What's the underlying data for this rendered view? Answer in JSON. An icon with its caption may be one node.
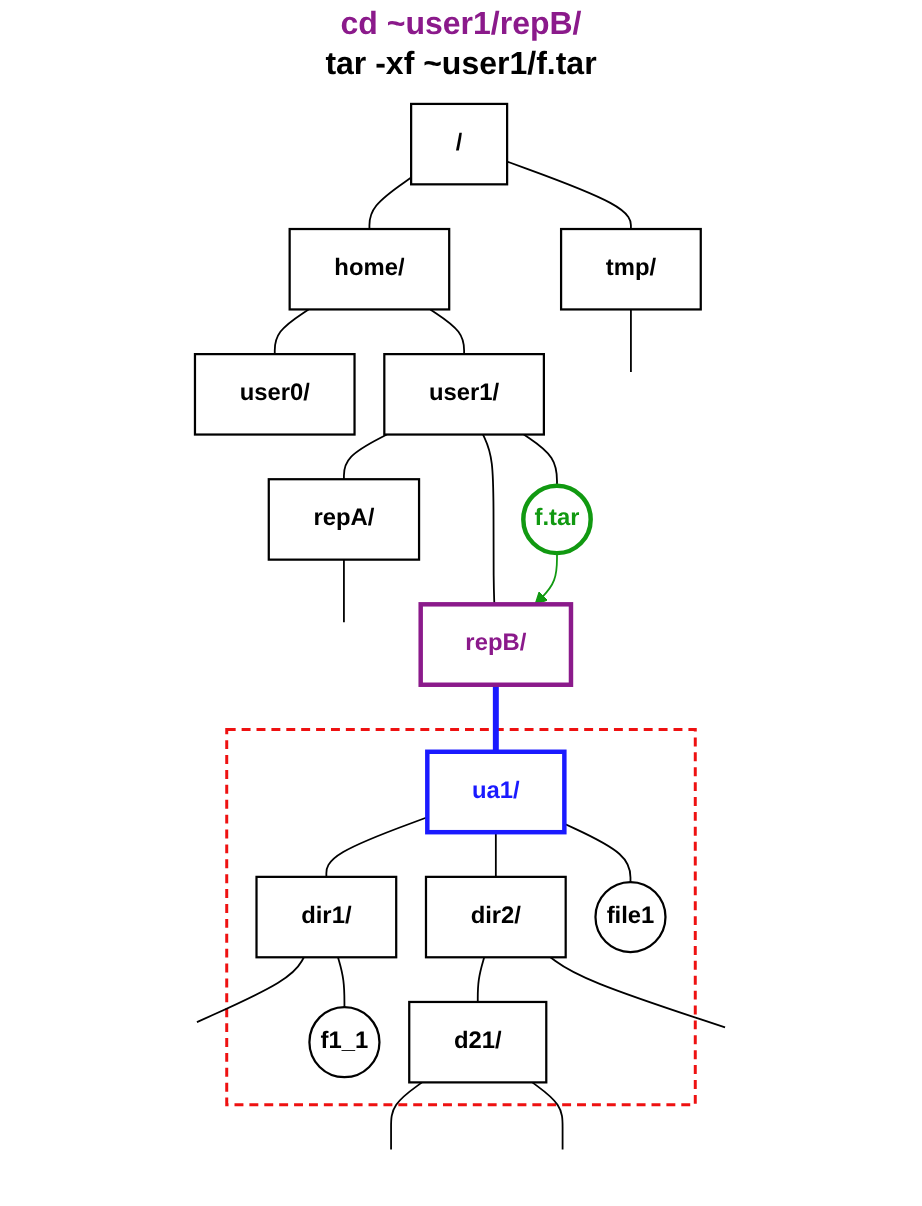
{
  "diagram": {
    "nodes": [
      {
        "text": [
          "/"
        ]
      },
      {
        "text": [
          "home/"
        ]
      },
      {
        "text": [
          "tmp/"
        ]
      },
      {
        "text": [
          "user0/"
        ]
      },
      {
        "text": [
          "user1/"
        ]
      },
      {
        "text": [
          "repA/"
        ]
      },
      {
        "text": [
          "repB/"
        ]
      },
      {
        "text": [
          "f.tar"
        ]
      },
      {
        "text": [],
        "shape": "cloud"
      },
      {
        "text": [
          "ua1/"
        ],
        "in": 8
      },
      {
        "text": [
          "dir1/"
        ],
        "in": 8
      },
      {
        "text": [
          "dir2/"
        ],
        "in": 8
      },
      {
        "text": [
          "file1"
        ],
        "in": 8
      },
      {
        "text": [
          "f1_1"
        ],
        "in": 8
      },
      {
        "text": [
          "d21/"
        ],
        "in": 8
      }
    ],
    "edges": [
      {
        "from": 0,
        "to": 1,
        "arrow": "none"
      },
      {
        "from": 0,
        "to": 2,
        "arrow": "none"
      },
      {
        "from": 2,
        "to": null,
        "arrow": "none"
      },
      {
        "from": 1,
        "to": 3,
        "arrow": "none"
      },
      {
        "from": 1,
        "to": 4,
        "arrow": "none"
      },
      {
        "from": 4,
        "to": 5,
        "arrow": "none"
      },
      {
        "from": 4,
        "to": 6,
        "arrow": "none"
      },
      {
        "from": 4,
        "to": 7,
        "arrow": "none"
      },
      {
        "from": 5,
        "to": null,
        "arrow": "none"
      },
      {
        "from": 7,
        "to": 6,
        "arrow": "to",
        "color": "#119911"
      },
      {
        "from": 6,
        "to": 9,
        "arrow": "none",
        "style": "thick",
        "color": "#1a1aff"
      },
      {
        "from": 9,
        "to": 10,
        "arrow": "none"
      },
      {
        "from": 9,
        "to": 11,
        "arrow": "none"
      },
      {
        "from": 9,
        "to": 12,
        "arrow": "none"
      },
      {
        "from": 10,
        "to": null,
        "arrow": "none"
      },
      {
        "from": 10,
        "to": 13,
        "arrow": "none"
      },
      {
        "from": 11,
        "to": 14,
        "arrow": "none"
      },
      {
        "from": 11,
        "to": null,
        "arrow": "none"
      },
      {
        "from": 14,
        "to": null,
        "arrow": "none"
      },
      {
        "from": 14,
        "to": null,
        "arrow": "none"
      }
    ],
    "labels": [
      "cd ~user1/repB/",
      "tar  -xf ~user1/f.tar"
    ]
  }
}
